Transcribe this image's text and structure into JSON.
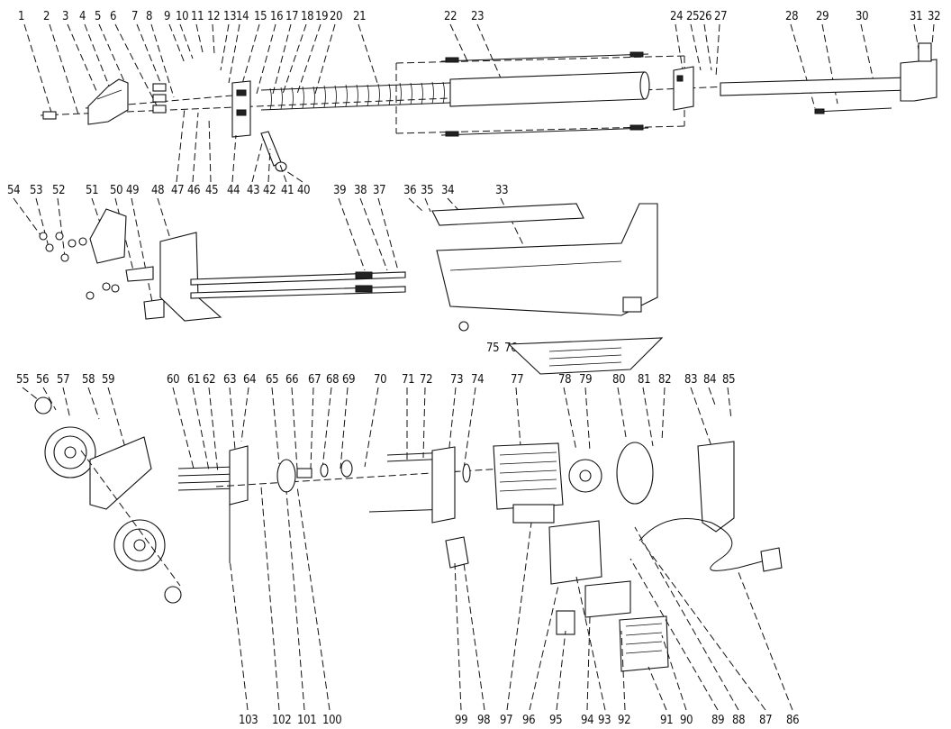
{
  "labels": {
    "top": [
      "1",
      "2",
      "3",
      "4",
      "5",
      "6",
      "7",
      "8",
      "9",
      "10",
      "11",
      "12",
      "13",
      "14",
      "15",
      "16",
      "17",
      "18",
      "19",
      "20",
      "21",
      "22",
      "23",
      "24",
      "25",
      "26",
      "27",
      "28",
      "29",
      "30",
      "31",
      "32"
    ],
    "row1_bottom": [
      "47",
      "46",
      "45",
      "44",
      "43",
      "42",
      "41",
      "40"
    ],
    "row2_top": [
      "54",
      "53",
      "52",
      "51",
      "50",
      "49",
      "48",
      "39",
      "38",
      "37",
      "36",
      "35",
      "34",
      "33"
    ],
    "row2_misc": [
      "75",
      "76"
    ],
    "row3_top": [
      "55",
      "56",
      "57",
      "58",
      "59",
      "60",
      "61",
      "62",
      "63",
      "64",
      "65",
      "66",
      "67",
      "68",
      "69",
      "70",
      "71",
      "72",
      "73",
      "74",
      "77",
      "78",
      "79",
      "80",
      "81",
      "82",
      "83",
      "84",
      "85"
    ],
    "bottom": [
      "103",
      "102",
      "101",
      "100",
      "99",
      "98",
      "97",
      "96",
      "95",
      "94",
      "93",
      "92",
      "91",
      "90",
      "89",
      "88",
      "87",
      "86"
    ]
  }
}
